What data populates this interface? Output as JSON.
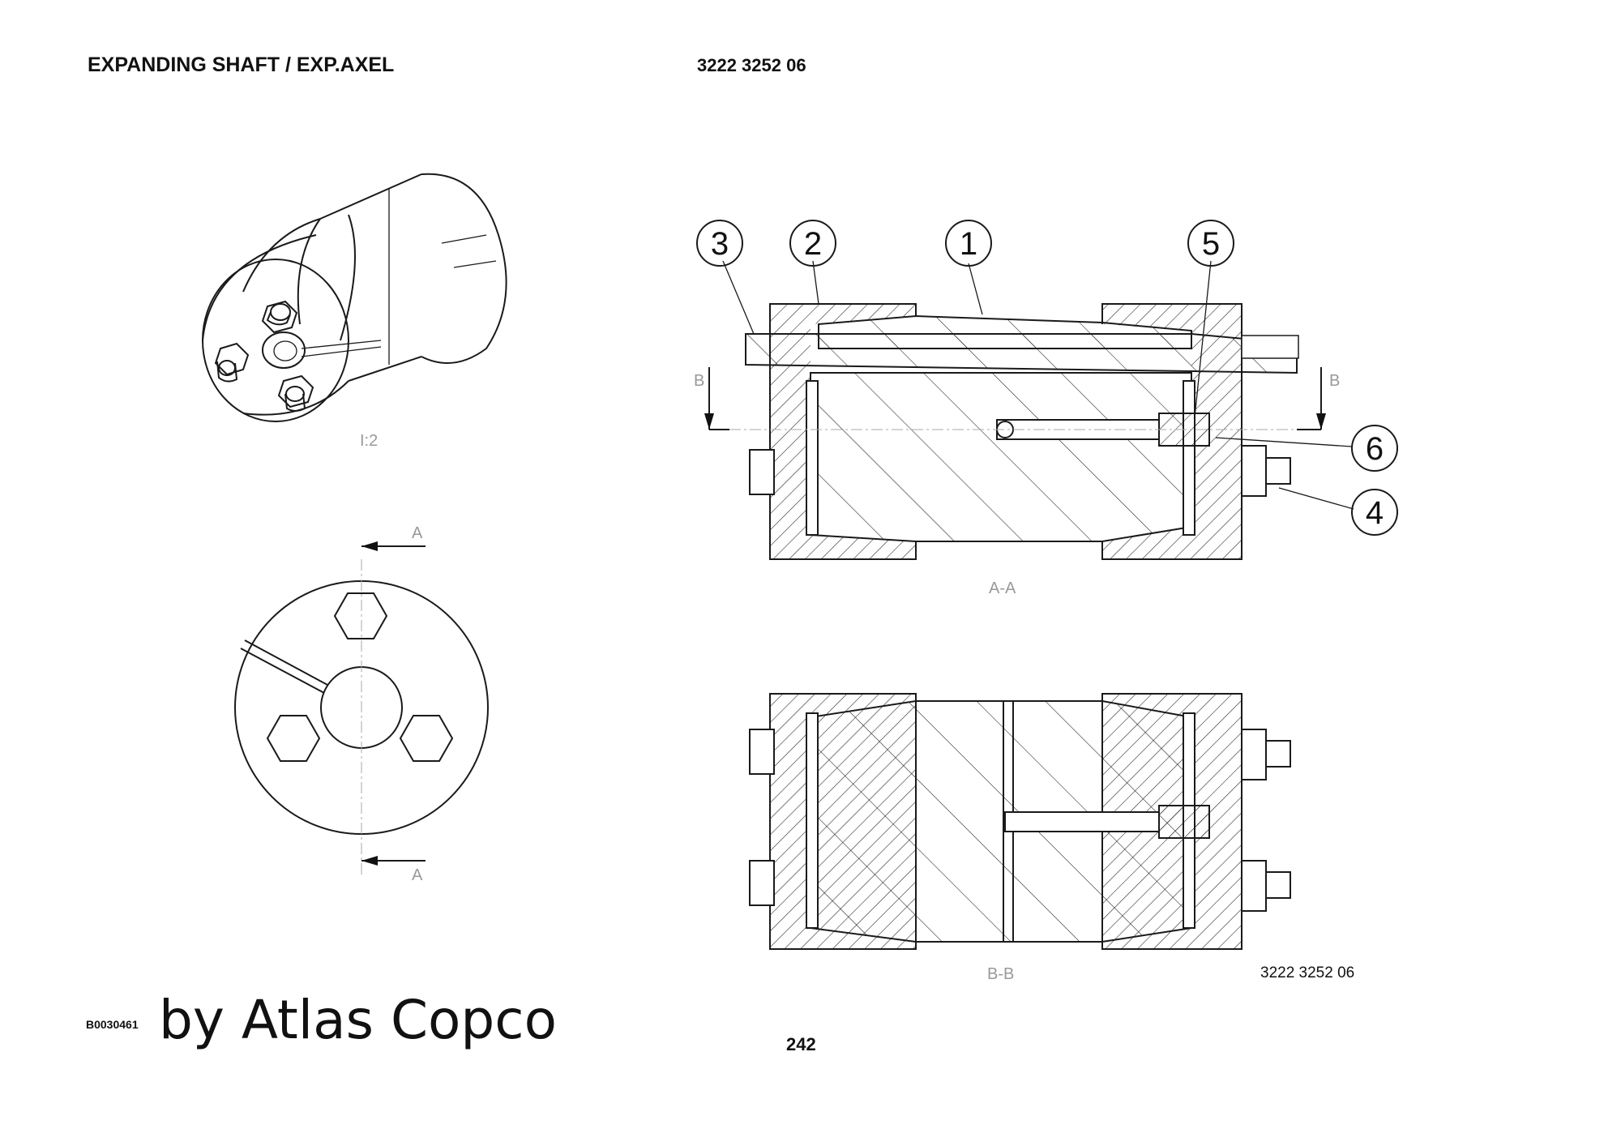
{
  "header": {
    "title": "EXPANDING SHAFT / EXP.AXEL",
    "doc_number": "3222 3252 06"
  },
  "footer": {
    "code": "B0030461",
    "brand": "by Atlas Copco",
    "page_number": "242",
    "doc_number": "3222 3252 06"
  },
  "diagram": {
    "callouts": [
      "3",
      "2",
      "1",
      "5",
      "6",
      "4"
    ],
    "section_marks": {
      "a": "A",
      "b": "B"
    },
    "view_labels": {
      "iso": "I:2",
      "section_a": "A-A",
      "section_b": "B-B"
    }
  }
}
